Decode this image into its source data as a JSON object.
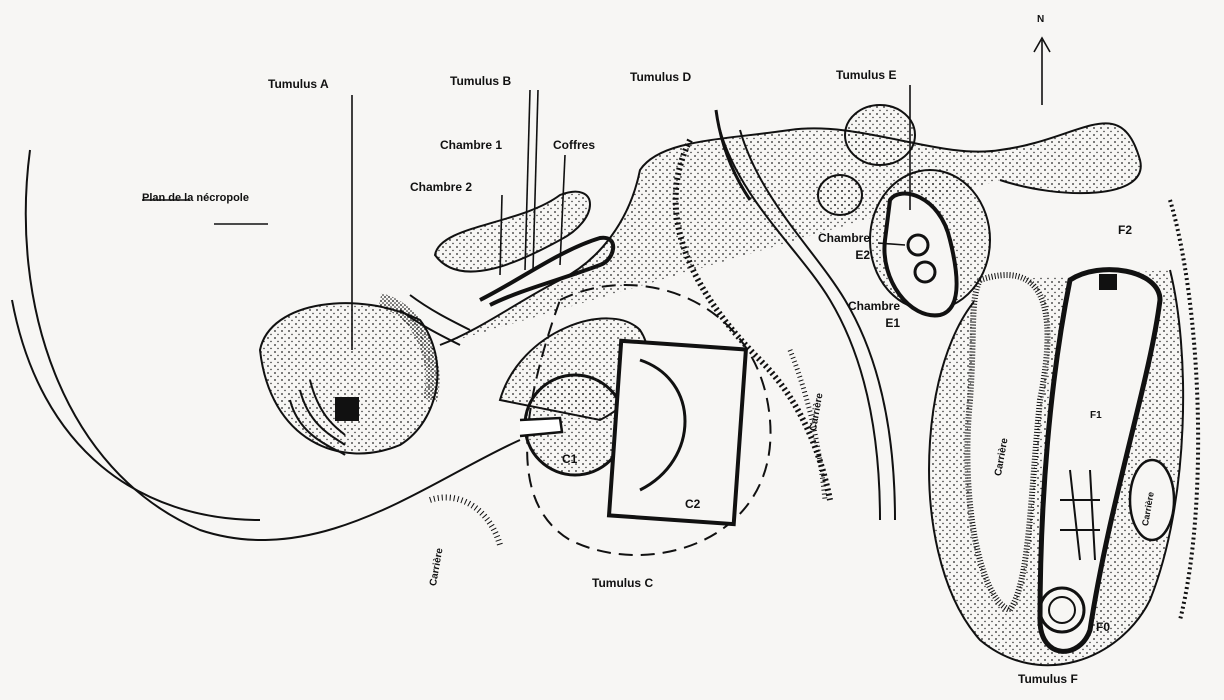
{
  "title": "Plan de la nécropole",
  "north_symbol": "N",
  "colors": {
    "ink": "#111111",
    "paper": "#f7f6f4"
  },
  "labels": {
    "tumulus_a": "Tumulus A",
    "tumulus_b": "Tumulus B",
    "tumulus_c": "Tumulus C",
    "tumulus_d": "Tumulus D",
    "tumulus_e": "Tumulus E",
    "tumulus_f": "Tumulus F",
    "chambre_1": "Chambre 1",
    "chambre_2": "Chambre 2",
    "coffres": "Coffres",
    "chambre_e2": "Chambre E2",
    "chambre_e1": "Chambre E1",
    "c1": "C1",
    "c2": "C2",
    "f0": "F0",
    "f1": "F1",
    "f2": "F2",
    "carriere_1": "Carrière",
    "carriere_2": "Carrière",
    "carriere_3": "Carrière",
    "carriere_4": "Carrière"
  }
}
